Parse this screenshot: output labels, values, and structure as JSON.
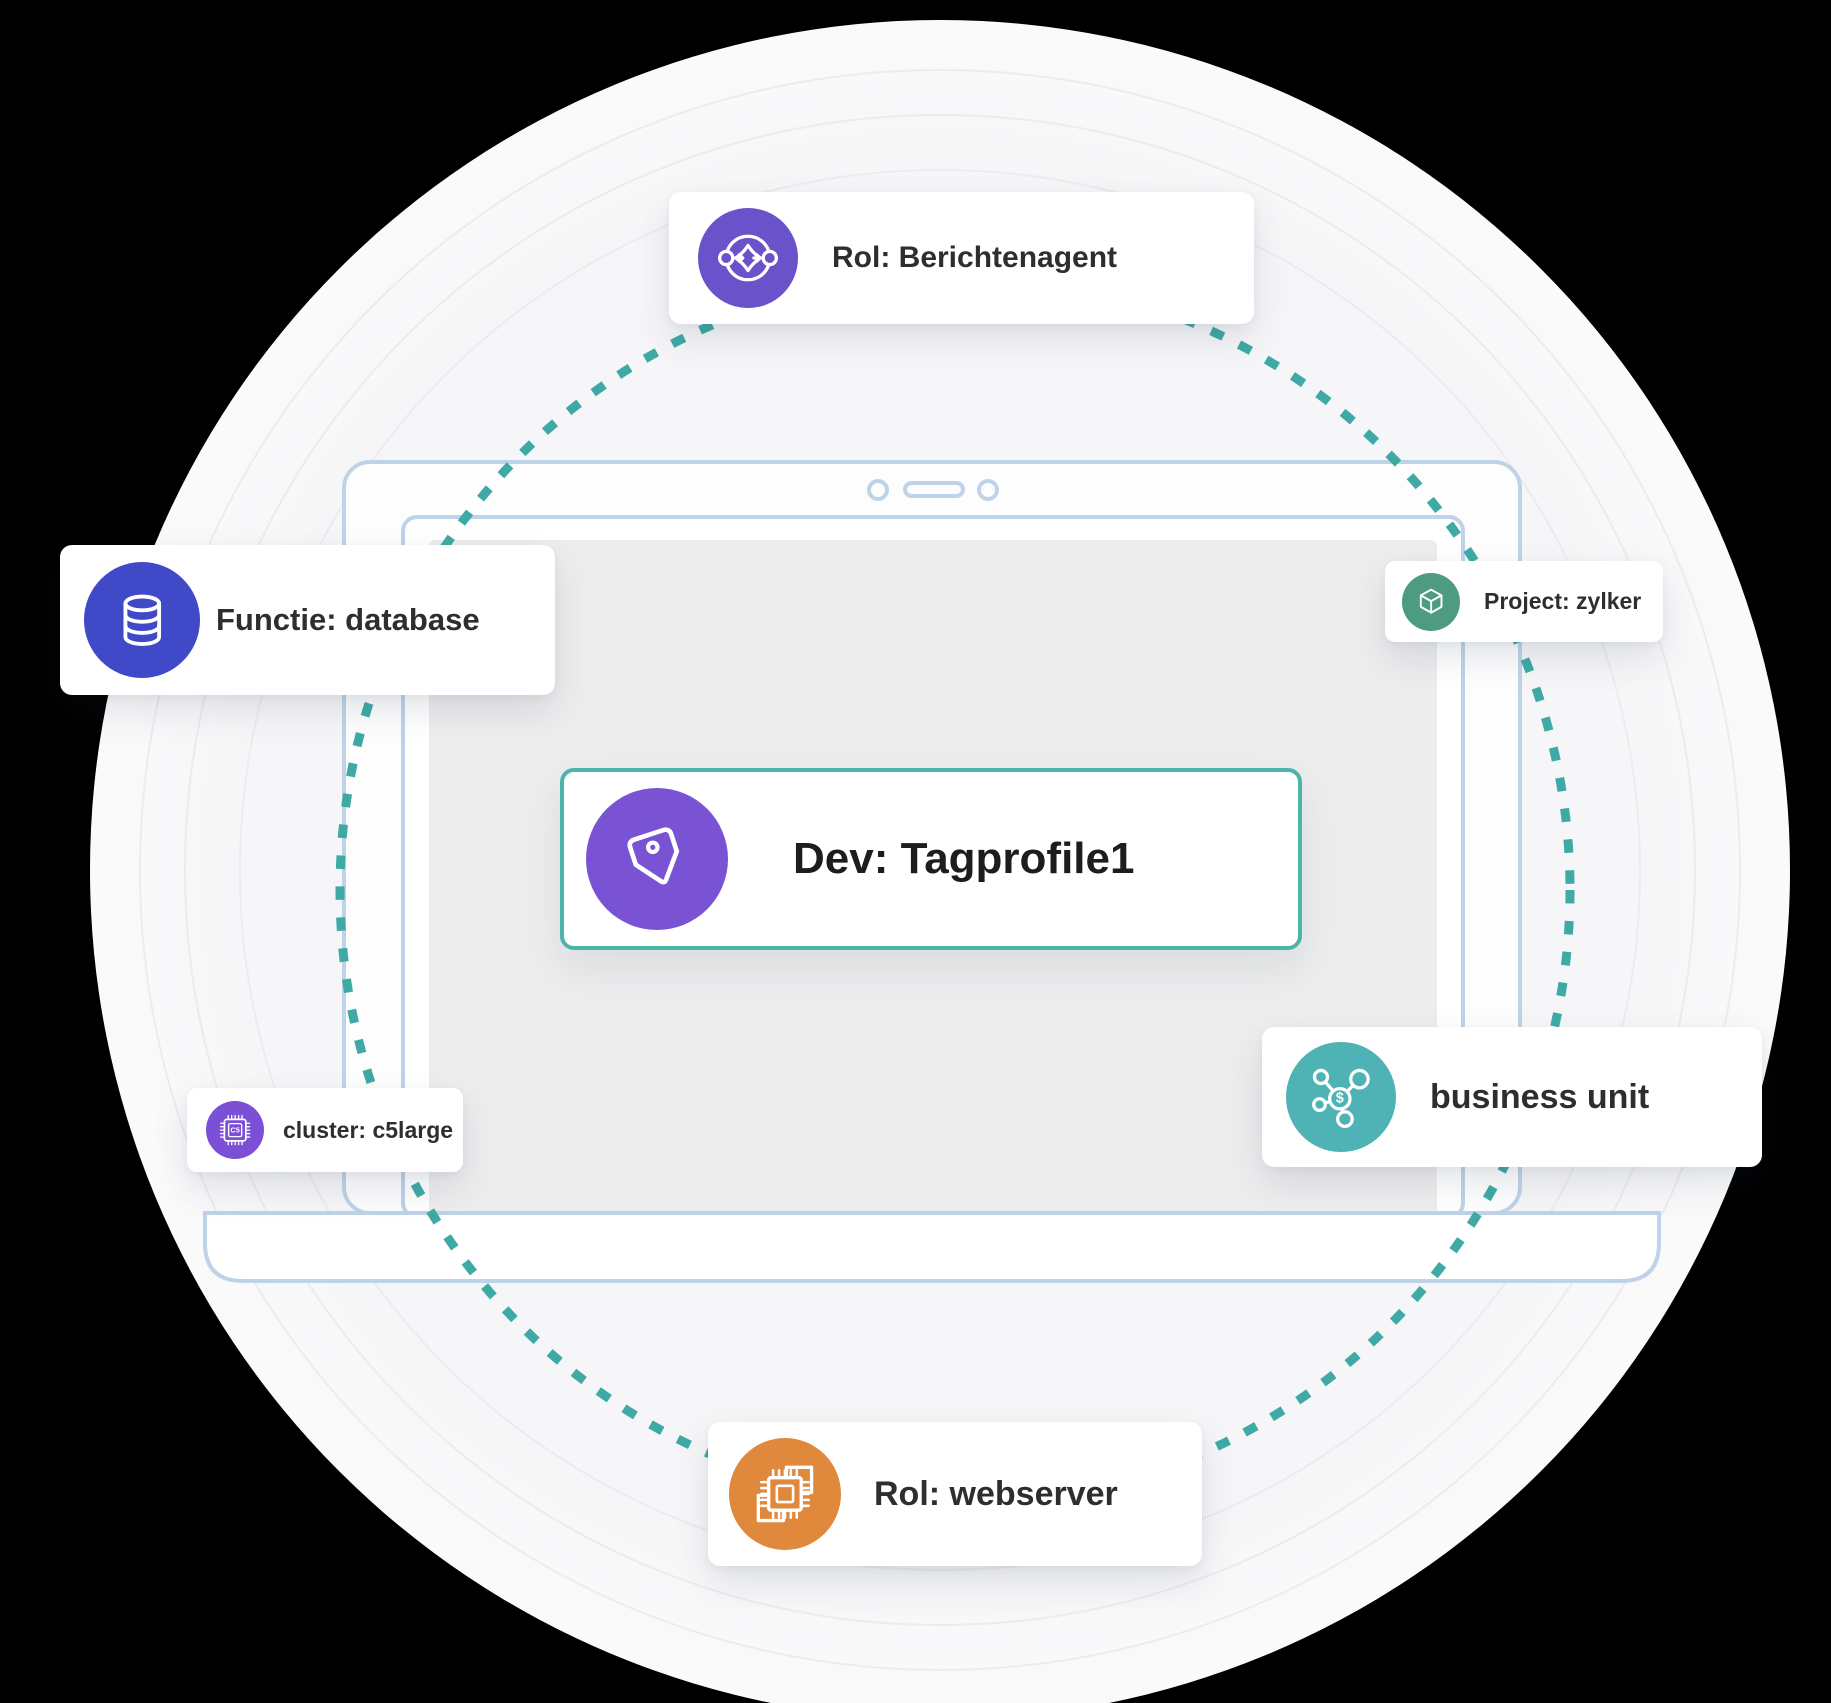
{
  "colors": {
    "bg": "#000000",
    "circle_fill": "#f6f6f8",
    "dash_teal": "#3faaa5",
    "laptop_line": "#bfd3e8",
    "screen_gray": "#ededee",
    "card_text": "#2e2e2e",
    "center_border": "#4db3ab",
    "badge_purple": "#6a52cb",
    "badge_indigo": "#4049c8",
    "badge_tag_purple": "#7a52d4",
    "badge_chip_purple": "#7b4fd6",
    "badge_green": "#4d9b80",
    "badge_teal": "#4fb2b5",
    "badge_orange": "#e0883c"
  },
  "cards": {
    "berichtenagent": {
      "label": "Rol: Berichtenagent"
    },
    "database": {
      "label": "Functie: database"
    },
    "zylker": {
      "label": "Project: zylker"
    },
    "tagprofile": {
      "label": "Dev: Tagprofile1"
    },
    "cluster": {
      "label": "cluster: c5large",
      "chip_text": "C5"
    },
    "business": {
      "label": "business unit",
      "symbol": "$"
    },
    "webserver": {
      "label": "Rol: webserver"
    }
  }
}
